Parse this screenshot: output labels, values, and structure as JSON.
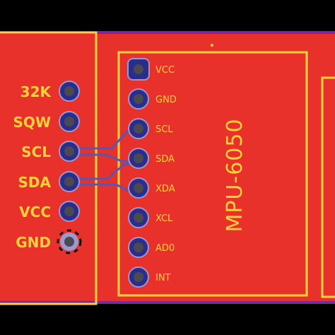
{
  "colors": {
    "background": "#000000",
    "copper": "#e8312a",
    "silkscreen": "#ffd23c",
    "pad_ring": "#2a2d8c",
    "pad_outline": "#9a9ad0",
    "pad_hole": "#4a4a50",
    "trace": "#5a55b0",
    "board_edge": "#7a2a9a"
  },
  "left_header": {
    "pins": [
      {
        "label": "32K"
      },
      {
        "label": "SQW"
      },
      {
        "label": "SCL"
      },
      {
        "label": "SDA"
      },
      {
        "label": "VCC"
      },
      {
        "label": "GND"
      }
    ]
  },
  "right_header": {
    "pins": [
      {
        "label": "VCC"
      },
      {
        "label": "GND"
      },
      {
        "label": "SCL"
      },
      {
        "label": "SDA"
      },
      {
        "label": "XDA"
      },
      {
        "label": "XCL"
      },
      {
        "label": "AD0"
      },
      {
        "label": "INT"
      }
    ]
  },
  "chip_label": "MPU-6050",
  "icons": [
    "through-hole-pad-icon",
    "square-pad-icon",
    "ground-pad-icon"
  ]
}
